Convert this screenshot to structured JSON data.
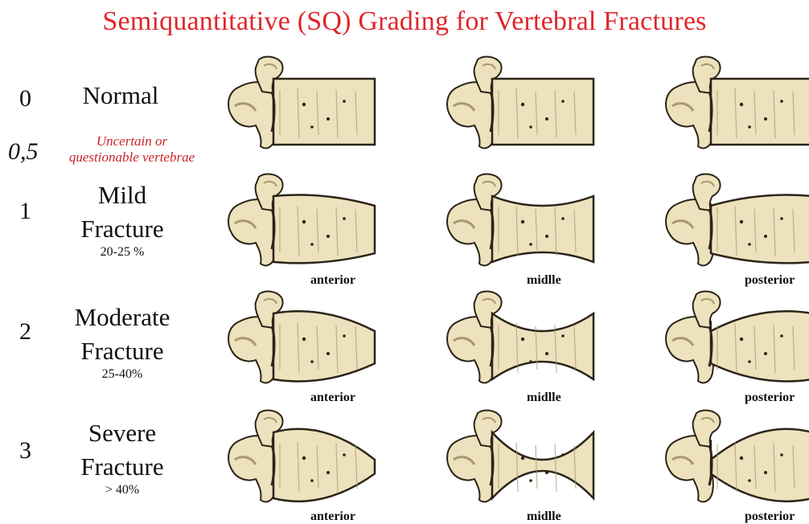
{
  "title": "Semiquantitative (SQ) Grading for Vertebral Fractures",
  "grades": [
    {
      "number": "0",
      "label_lines": [
        "Normal"
      ],
      "percent": "",
      "captions": [
        "",
        "",
        ""
      ],
      "deform": [
        "none",
        "none",
        "none"
      ]
    },
    {
      "number": "1",
      "label_lines": [
        "Mild",
        "Fracture"
      ],
      "percent": "20-25 %",
      "captions": [
        "anterior",
        "midlle",
        "posterior"
      ],
      "deform": [
        "ant1",
        "mid1",
        "post1"
      ]
    },
    {
      "number": "2",
      "label_lines": [
        "Moderate",
        "Fracture"
      ],
      "percent": "25-40%",
      "captions": [
        "anterior",
        "midlle",
        "posterior"
      ],
      "deform": [
        "ant2",
        "mid2",
        "post2"
      ]
    },
    {
      "number": "3",
      "label_lines": [
        "Severe",
        "Fracture"
      ],
      "percent": "> 40%",
      "captions": [
        "anterior",
        "midlle",
        "posterior"
      ],
      "deform": [
        "ant3",
        "mid3",
        "post3"
      ]
    }
  ],
  "uncertain": {
    "number": "0,5",
    "lines": [
      "Uncertain or",
      "questionable vertebrae"
    ]
  },
  "colors": {
    "title": "#e0262a",
    "uncertain": "#c8232a",
    "bone_fill": "#ede2bd",
    "bone_stroke": "#2b2418",
    "bone_shade": "#a8996e"
  }
}
